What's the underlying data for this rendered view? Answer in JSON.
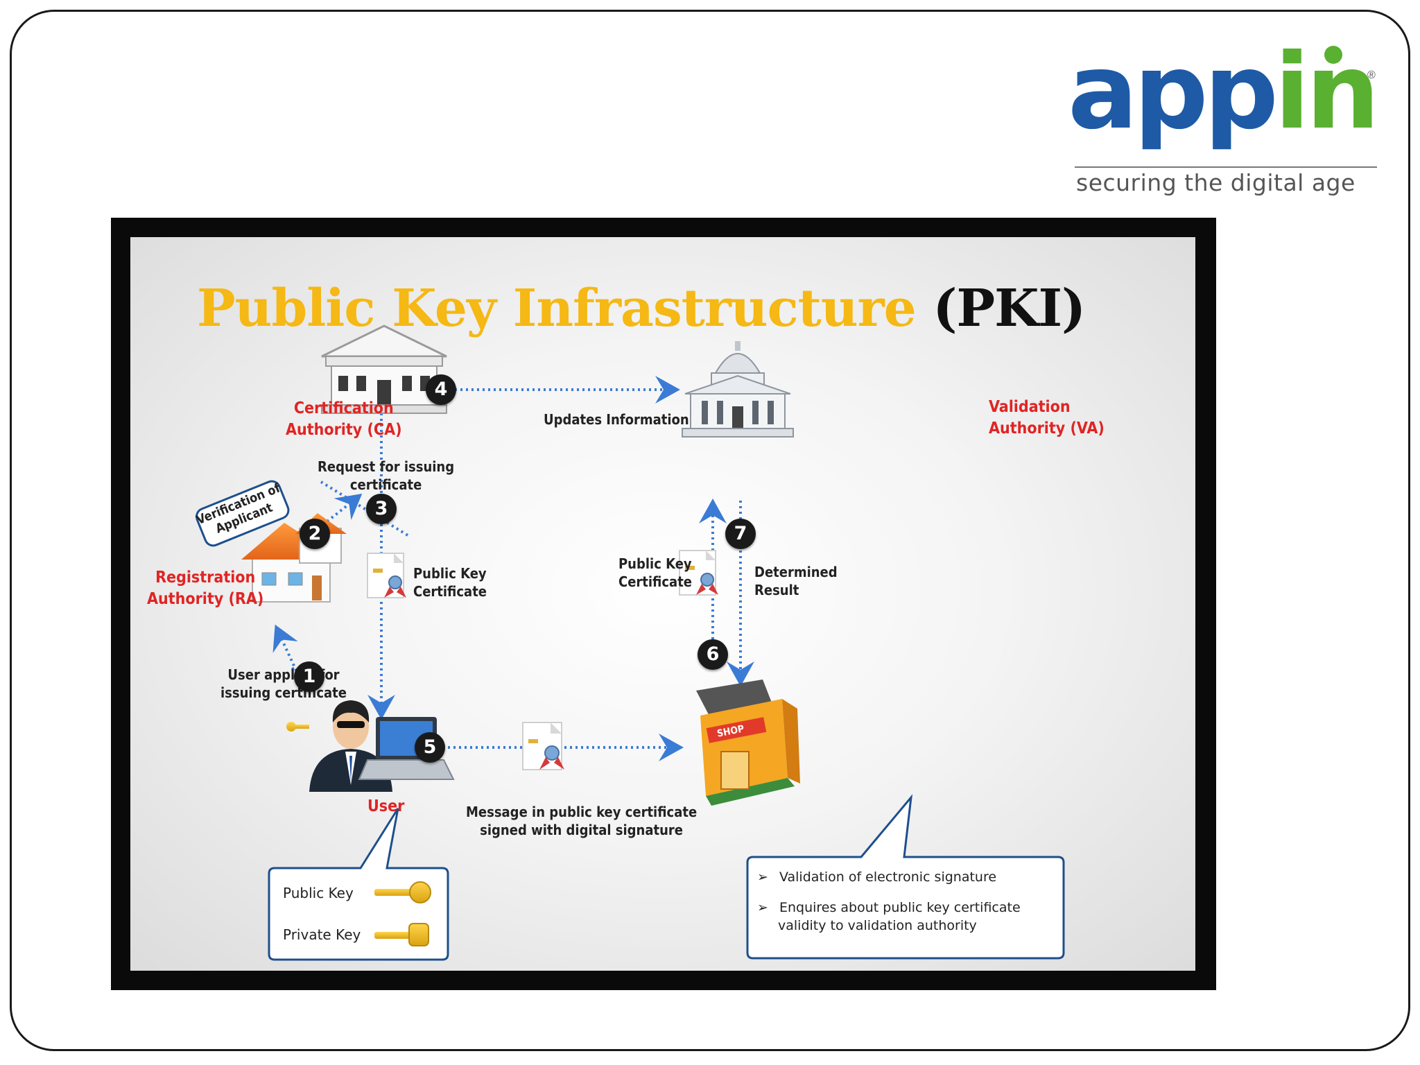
{
  "logo": {
    "word_blue": "app",
    "word_green": "in",
    "registered": "®",
    "tagline": "securing the digital age"
  },
  "diagram": {
    "title_main": "Public Key Infrastructure",
    "title_abbr": "(PKI)",
    "ca_label": [
      "Certification",
      "Authority (CA)"
    ],
    "va_label": [
      "Validation",
      "Authority (VA)"
    ],
    "ra_label": [
      "Registration",
      "Authority (RA)"
    ],
    "verification_tag": [
      "Verification of",
      "Applicant"
    ],
    "updates_information": "Updates Information",
    "request_issuing": [
      "Request for issuing",
      "certificate"
    ],
    "public_key_certificate_left": [
      "Public Key",
      "Certificate"
    ],
    "public_key_certificate_right": [
      "Public Key",
      "Certificate"
    ],
    "determined_result": [
      "Determined",
      "Result"
    ],
    "user_applies": [
      "User applies for",
      "issuing certificate"
    ],
    "user_label": "User",
    "message_label": [
      "Message in public key certificate",
      "signed with digital signature"
    ],
    "shop_sign": "SHOP",
    "steps": [
      "1",
      "2",
      "3",
      "4",
      "5",
      "6",
      "7"
    ],
    "keys_bubble": {
      "public_key": "Public Key",
      "private_key": "Private Key"
    },
    "shop_bubble": {
      "bullet_1": "Validation of electronic signature",
      "bullet_2": [
        "Enquires about public key certificate",
        "validity to validation authority"
      ],
      "bullet_glyph": "➢"
    }
  },
  "colors": {
    "title_orange": "#f5b814",
    "label_red": "#e02424",
    "arrow_blue": "#3a7bd5",
    "logo_blue": "#1f5aa6",
    "logo_green": "#5ab031"
  }
}
